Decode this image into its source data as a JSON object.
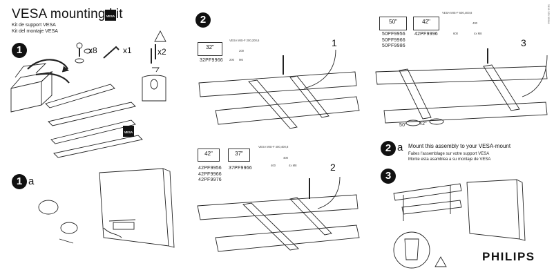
{
  "header": {
    "title": "VESA mounting kit",
    "subtitle_fr": "Kit de support VESA",
    "subtitle_es": "Kit del montaje VESA",
    "vesa_badge": "VESA"
  },
  "steps": {
    "s1": "1",
    "s1a_num": "1",
    "s1a_letter": "a",
    "s2": "2",
    "s2a_num": "2",
    "s2a_letter": "a",
    "s3": "3"
  },
  "kit": {
    "screws_count": "x8",
    "key_count": "x1",
    "bolts_count": "x2"
  },
  "panel2": {
    "screen_size": "32\"",
    "model": "32PF9966",
    "hole_label": "1"
  },
  "panel2b": {
    "screen_a": "42\"",
    "screen_b": "37\"",
    "models_a": [
      "42PF9956",
      "42PF9966",
      "42PF9976"
    ],
    "model_b": "37PF9966",
    "hole_label": "2"
  },
  "panel3": {
    "screen_a": "50\"",
    "screen_b": "42\"",
    "models_a": [
      "50PF9956",
      "50PF9966",
      "50PF9986"
    ],
    "model_b": "42PF9996",
    "hole_label": "3",
    "angle_a": "50\"",
    "angle_b": "42\""
  },
  "mount": {
    "en": "Mount this assembly to your VESA-mount",
    "fr": "Faites l'assemblage sur votre support VESA",
    "es": "Monte esta asamblea a su montaje de VESA"
  },
  "brand": {
    "logo": "PHILIPS"
  },
  "doc_code": "3139 125 35961"
}
